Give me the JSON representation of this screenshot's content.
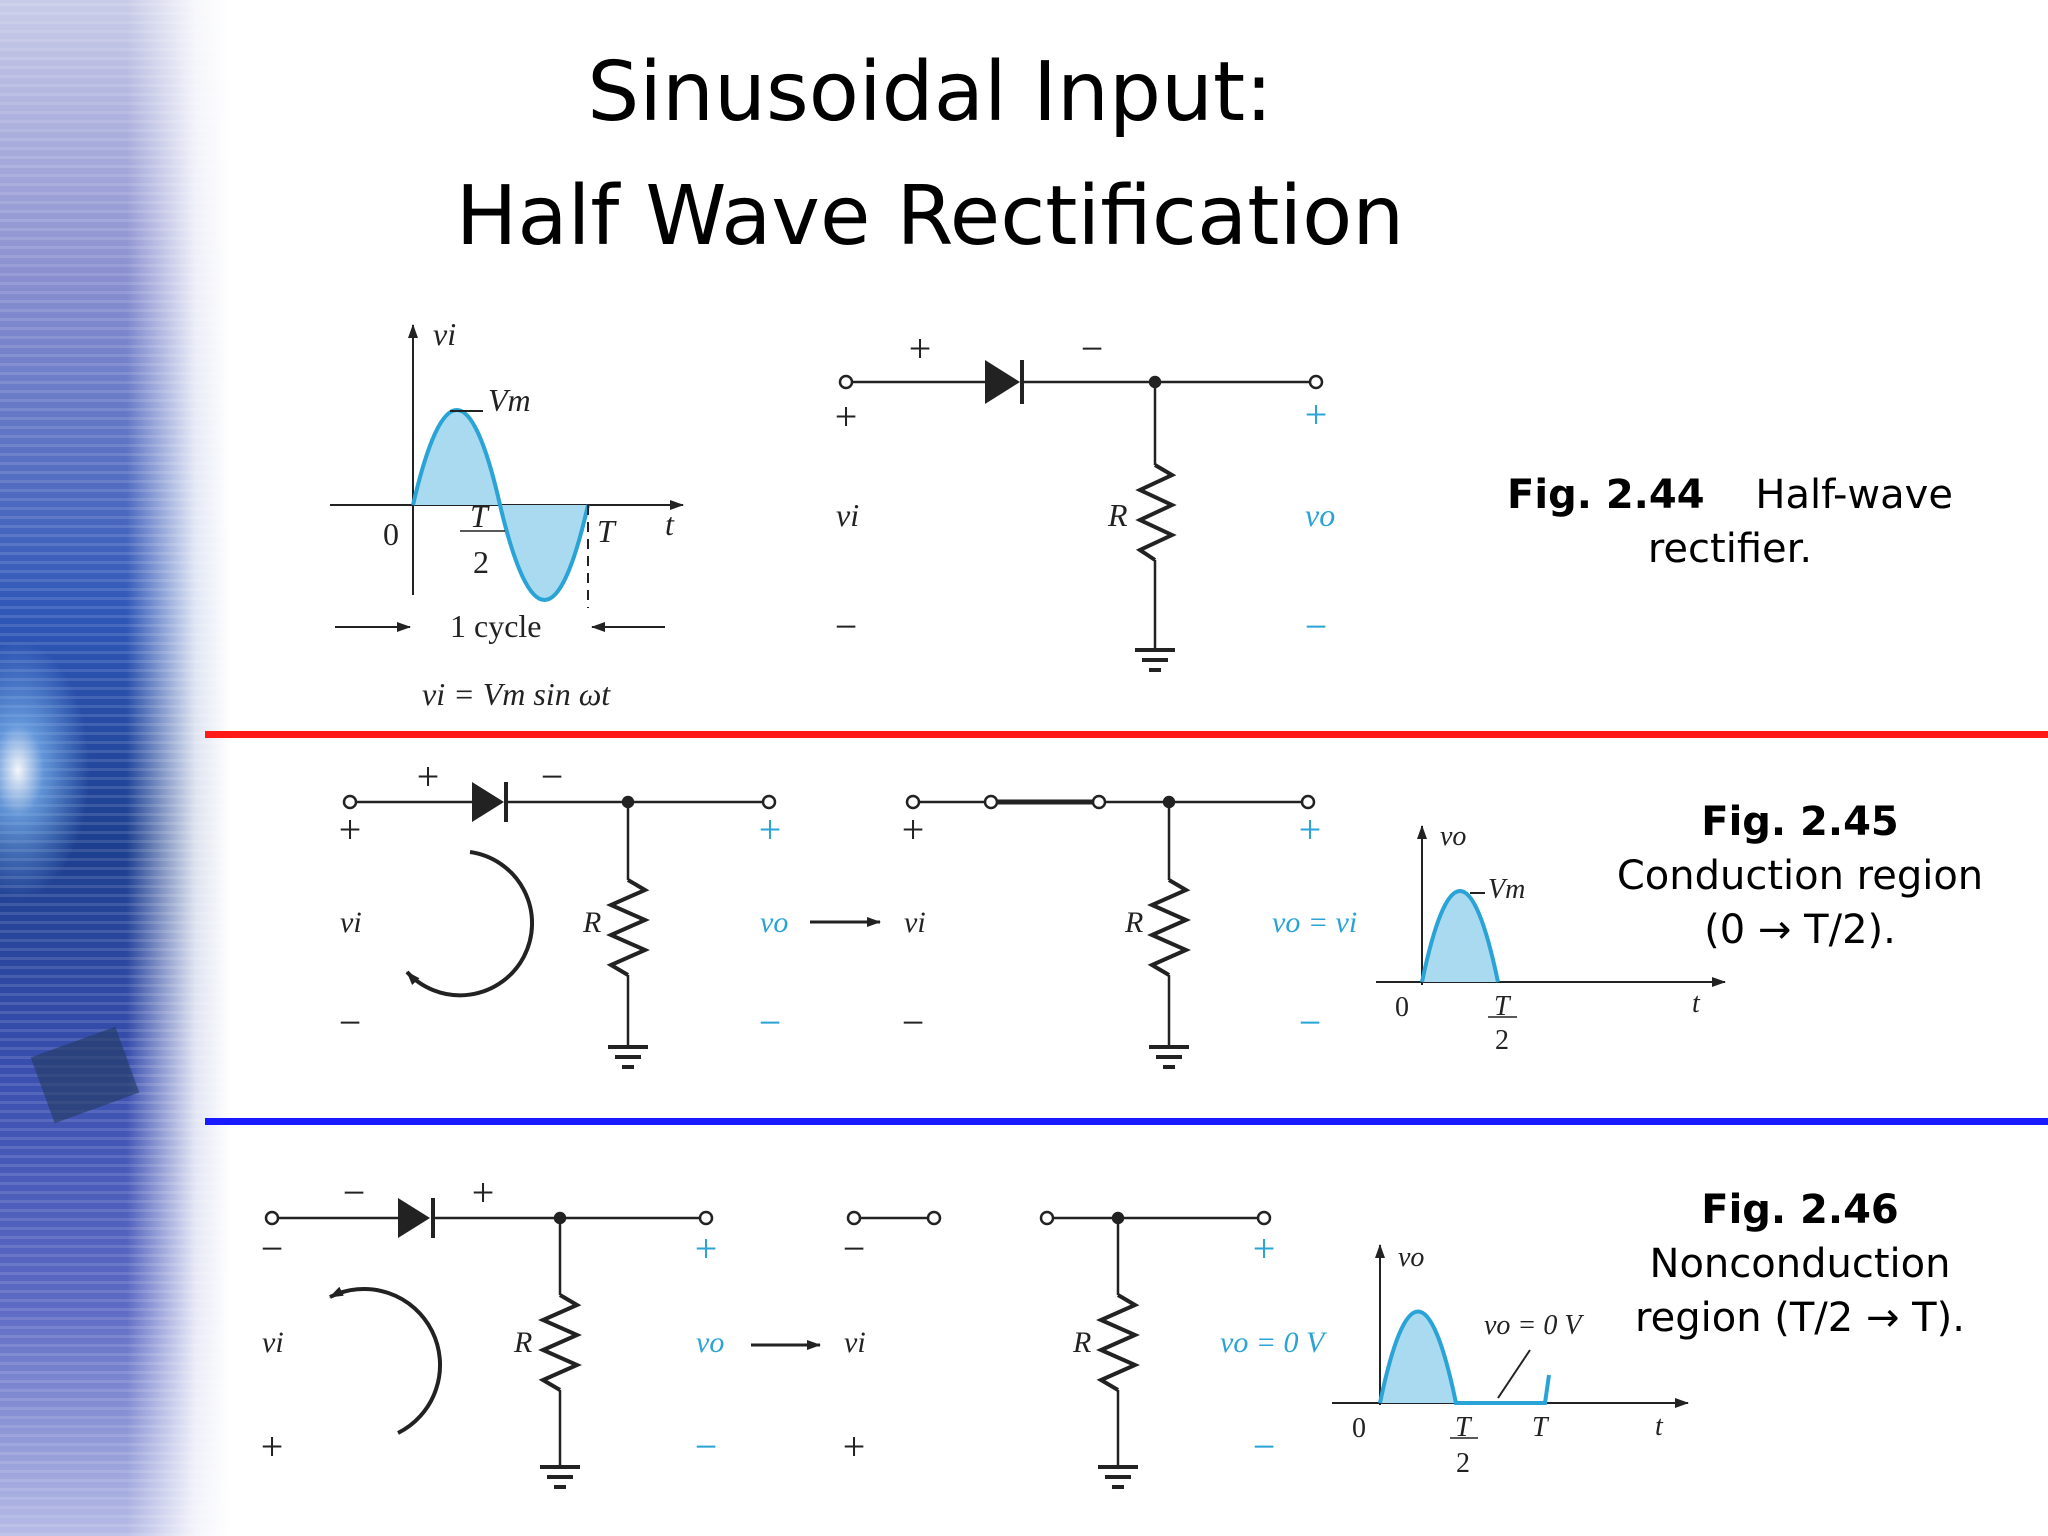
{
  "slide": {
    "title_line1": "Sinusoidal Input:",
    "title_line2": "Half Wave Rectification"
  },
  "colors": {
    "accent_blue": "#2aa3d6",
    "fill_blue": "#a9daf0",
    "divider_red": "#ff1a1a",
    "divider_blue": "#1a1aff",
    "ink": "#222222"
  },
  "fig244": {
    "caption_number": "Fig. 2.44",
    "caption_text1": "Half-wave",
    "caption_text2": "rectifier.",
    "graph": {
      "axis_y": "vi",
      "axis_x": "t",
      "peak": "Vm",
      "origin": "0",
      "half_num": "T",
      "half_den": "2",
      "period": "T",
      "cycle_label": "1 cycle",
      "equation": "vi = Vm sin ωt"
    },
    "circuit": {
      "diode_plus": "+",
      "diode_minus": "−",
      "in_plus": "+",
      "in_label": "vi",
      "in_minus": "−",
      "res": "R",
      "out_plus": "+",
      "out_label": "vo",
      "out_minus": "−"
    }
  },
  "fig245": {
    "caption_number": "Fig. 2.45",
    "caption_text1": "Conduction region",
    "caption_text2": "(0 → T/2).",
    "circuit_a": {
      "diode_plus": "+",
      "diode_minus": "−",
      "in_plus": "+",
      "in_label": "vi",
      "in_minus": "−",
      "res": "R",
      "out_plus": "+",
      "out_label": "vo",
      "out_minus": "−"
    },
    "circuit_b": {
      "in_plus": "+",
      "in_label": "vi",
      "in_minus": "−",
      "res": "R",
      "out_plus": "+",
      "out_label": "vo = vi",
      "out_minus": "−"
    },
    "graph": {
      "axis_y": "vo",
      "axis_x": "t",
      "peak": "Vm",
      "origin": "0",
      "half_num": "T",
      "half_den": "2"
    }
  },
  "fig246": {
    "caption_number": "Fig. 2.46",
    "caption_text1": "Nonconduction",
    "caption_text2": "region (T/2 → T).",
    "circuit_a": {
      "diode_minus": "−",
      "diode_plus": "+",
      "in_minus": "−",
      "in_label": "vi",
      "in_plus": "+",
      "res": "R",
      "out_plus": "+",
      "out_label": "vo",
      "out_minus": "−"
    },
    "circuit_b": {
      "in_minus": "−",
      "in_label": "vi",
      "in_plus": "+",
      "res": "R",
      "out_plus": "+",
      "out_label": "vo = 0 V",
      "out_minus": "−"
    },
    "graph": {
      "axis_y": "vo",
      "axis_x": "t",
      "zero_label": "vo = 0 V",
      "origin": "0",
      "half_num": "T",
      "half_den": "2",
      "period": "T"
    }
  }
}
